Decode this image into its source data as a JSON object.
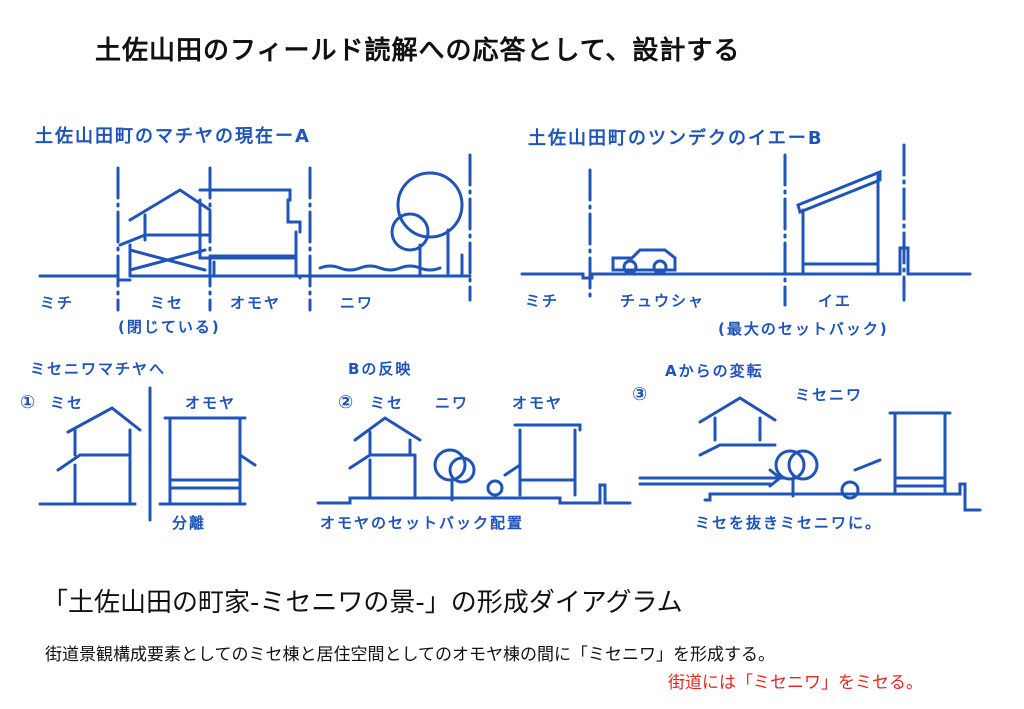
{
  "title": "土佐山田のフィールド読解への応答として、設計する",
  "sketch_a": {
    "title": "土佐山田町のマチヤの現在ーA",
    "labels": [
      "ミチ",
      "ミセ",
      "オモヤ",
      "ニワ"
    ],
    "note": "(閉じている)"
  },
  "sketch_b": {
    "title": "土佐山田町のツンデクのイエーB",
    "labels": [
      "ミチ",
      "チュウシャ",
      "イエ"
    ],
    "note": "(最大のセットバック)"
  },
  "proposal": {
    "heading": "ミセニワマチヤへ",
    "steps": [
      {
        "number": "①",
        "labels": [
          "ミセ",
          "オモヤ"
        ],
        "caption": "分離"
      },
      {
        "number": "②",
        "subtitle": "Bの反映",
        "labels": [
          "ミセ",
          "ニワ",
          "オモヤ"
        ],
        "caption": "オモヤのセットバック配置"
      },
      {
        "number": "③",
        "subtitle": "Aからの変転",
        "labels": [
          "ミセニワ"
        ],
        "caption": "ミセを抜きミセニワに。"
      }
    ]
  },
  "diagram_title": "「土佐山田の町家-ミセニワの景-」の形成ダイアグラム",
  "description": "街道景観構成要素としてのミセ棟と居住空間としてのオモヤ棟の間に「ミセニワ」を形成する。",
  "description_highlight": "街道には「ミセニワ」をミセる。",
  "colors": {
    "sketch": "#1f54b8",
    "highlight": "#e02a1f",
    "text": "#111111"
  }
}
